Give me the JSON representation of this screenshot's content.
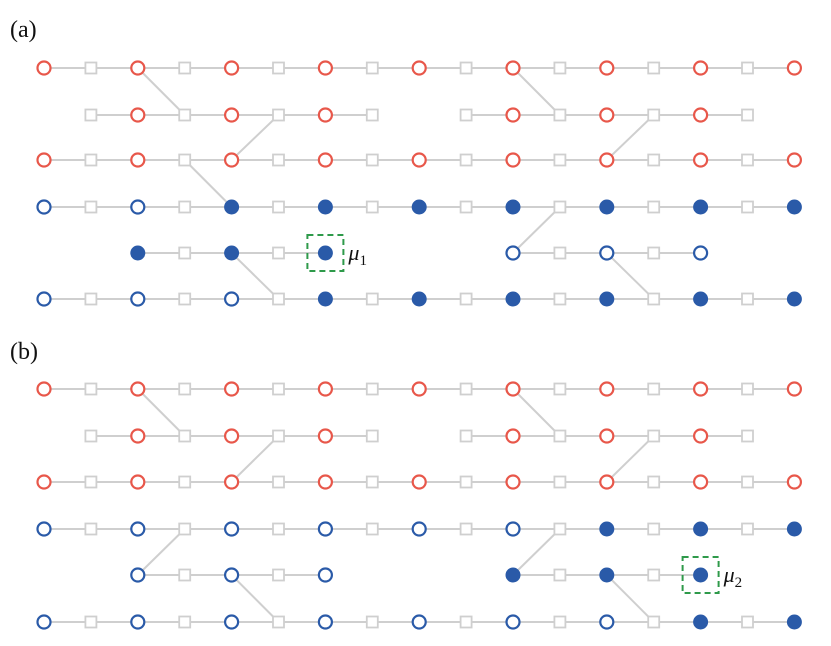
{
  "colors": {
    "edge": "#cfcfcf",
    "square": "#cfcfcf",
    "red": "#e8574a",
    "blue": "#2a5aa8",
    "highlight": "#2e9a4a"
  },
  "panels": [
    {
      "label": "(a)",
      "rows": [
        {
          "cols": [
            0,
            1,
            2,
            3,
            4,
            5,
            6,
            7,
            8,
            9,
            10,
            11,
            12,
            13,
            14,
            15,
            16
          ],
          "sites": {
            "0": "r",
            "2": "r",
            "4": "r",
            "6": "r",
            "8": "r",
            "10": "r",
            "12": "r",
            "14": "r",
            "16": "r"
          }
        },
        {
          "cols": [
            1,
            2,
            3,
            4,
            5,
            6,
            7,
            9,
            10,
            11,
            12,
            13,
            14,
            15
          ],
          "sites": {
            "2": "r",
            "4": "r",
            "6": "r",
            "10": "r",
            "12": "r",
            "14": "r"
          }
        },
        {
          "cols": [
            0,
            1,
            2,
            3,
            4,
            5,
            6,
            7,
            8,
            9,
            10,
            11,
            12,
            13,
            14,
            15,
            16
          ],
          "sites": {
            "0": "r",
            "2": "r",
            "4": "r",
            "6": "r",
            "8": "r",
            "10": "r",
            "12": "r",
            "14": "r",
            "16": "r"
          }
        },
        {
          "cols": [
            0,
            1,
            2,
            3,
            4,
            5,
            6,
            7,
            8,
            9,
            10,
            11,
            12,
            13,
            14,
            15,
            16
          ],
          "sites": {
            "0": "bo",
            "2": "bo",
            "4": "bf",
            "6": "bf",
            "8": "bf",
            "10": "bf",
            "12": "bf",
            "14": "bf",
            "16": "bf"
          }
        },
        {
          "cols": [
            2,
            3,
            4,
            5,
            6,
            10,
            11,
            12,
            13,
            14
          ],
          "sites": {
            "2": "bf",
            "4": "bf",
            "6": "bf",
            "10": "bo",
            "12": "bo",
            "14": "bo"
          }
        },
        {
          "cols": [
            0,
            1,
            2,
            3,
            4,
            5,
            6,
            7,
            8,
            9,
            10,
            11,
            12,
            13,
            14,
            15,
            16
          ],
          "sites": {
            "0": "bo",
            "2": "bo",
            "4": "bo",
            "6": "bf",
            "8": "bf",
            "10": "bf",
            "12": "bf",
            "14": "bf",
            "16": "bf"
          }
        }
      ],
      "connectors": [
        [
          0,
          2,
          1,
          3
        ],
        [
          1,
          5,
          2,
          4
        ],
        [
          1,
          11,
          0,
          10
        ],
        [
          1,
          13,
          2,
          12
        ],
        [
          2,
          3,
          3,
          4
        ],
        [
          3,
          11,
          4,
          10
        ],
        [
          4,
          4,
          5,
          5
        ],
        [
          4,
          12,
          5,
          13
        ]
      ],
      "highlight": {
        "row": 4,
        "col": 6,
        "symbol": "μ",
        "subscript": "1"
      }
    },
    {
      "label": "(b)",
      "rows": [
        {
          "cols": [
            0,
            1,
            2,
            3,
            4,
            5,
            6,
            7,
            8,
            9,
            10,
            11,
            12,
            13,
            14,
            15,
            16
          ],
          "sites": {
            "0": "r",
            "2": "r",
            "4": "r",
            "6": "r",
            "8": "r",
            "10": "r",
            "12": "r",
            "14": "r",
            "16": "r"
          }
        },
        {
          "cols": [
            1,
            2,
            3,
            4,
            5,
            6,
            7,
            9,
            10,
            11,
            12,
            13,
            14,
            15
          ],
          "sites": {
            "2": "r",
            "4": "r",
            "6": "r",
            "10": "r",
            "12": "r",
            "14": "r"
          }
        },
        {
          "cols": [
            0,
            1,
            2,
            3,
            4,
            5,
            6,
            7,
            8,
            9,
            10,
            11,
            12,
            13,
            14,
            15,
            16
          ],
          "sites": {
            "0": "r",
            "2": "r",
            "4": "r",
            "6": "r",
            "8": "r",
            "10": "r",
            "12": "r",
            "14": "r",
            "16": "r"
          }
        },
        {
          "cols": [
            0,
            1,
            2,
            3,
            4,
            5,
            6,
            7,
            8,
            9,
            10,
            11,
            12,
            13,
            14,
            15,
            16
          ],
          "sites": {
            "0": "bo",
            "2": "bo",
            "4": "bo",
            "6": "bo",
            "8": "bo",
            "10": "bo",
            "12": "bf",
            "14": "bf",
            "16": "bf"
          }
        },
        {
          "cols": [
            2,
            3,
            4,
            5,
            6,
            10,
            11,
            12,
            13,
            14
          ],
          "sites": {
            "2": "bo",
            "4": "bo",
            "6": "bo",
            "10": "bf",
            "12": "bf",
            "14": "bf"
          }
        },
        {
          "cols": [
            0,
            1,
            2,
            3,
            4,
            5,
            6,
            7,
            8,
            9,
            10,
            11,
            12,
            13,
            14,
            15,
            16
          ],
          "sites": {
            "0": "bo",
            "2": "bo",
            "4": "bo",
            "6": "bo",
            "8": "bo",
            "10": "bo",
            "12": "bo",
            "14": "bf",
            "16": "bf"
          }
        }
      ],
      "connectors": [
        [
          0,
          2,
          1,
          3
        ],
        [
          1,
          5,
          2,
          4
        ],
        [
          1,
          11,
          0,
          10
        ],
        [
          1,
          13,
          2,
          12
        ],
        [
          3,
          3,
          4,
          2
        ],
        [
          3,
          11,
          4,
          10
        ],
        [
          4,
          4,
          5,
          5
        ],
        [
          4,
          12,
          5,
          13
        ]
      ],
      "highlight": {
        "row": 4,
        "col": 14,
        "symbol": "μ",
        "subscript": "2"
      }
    }
  ]
}
